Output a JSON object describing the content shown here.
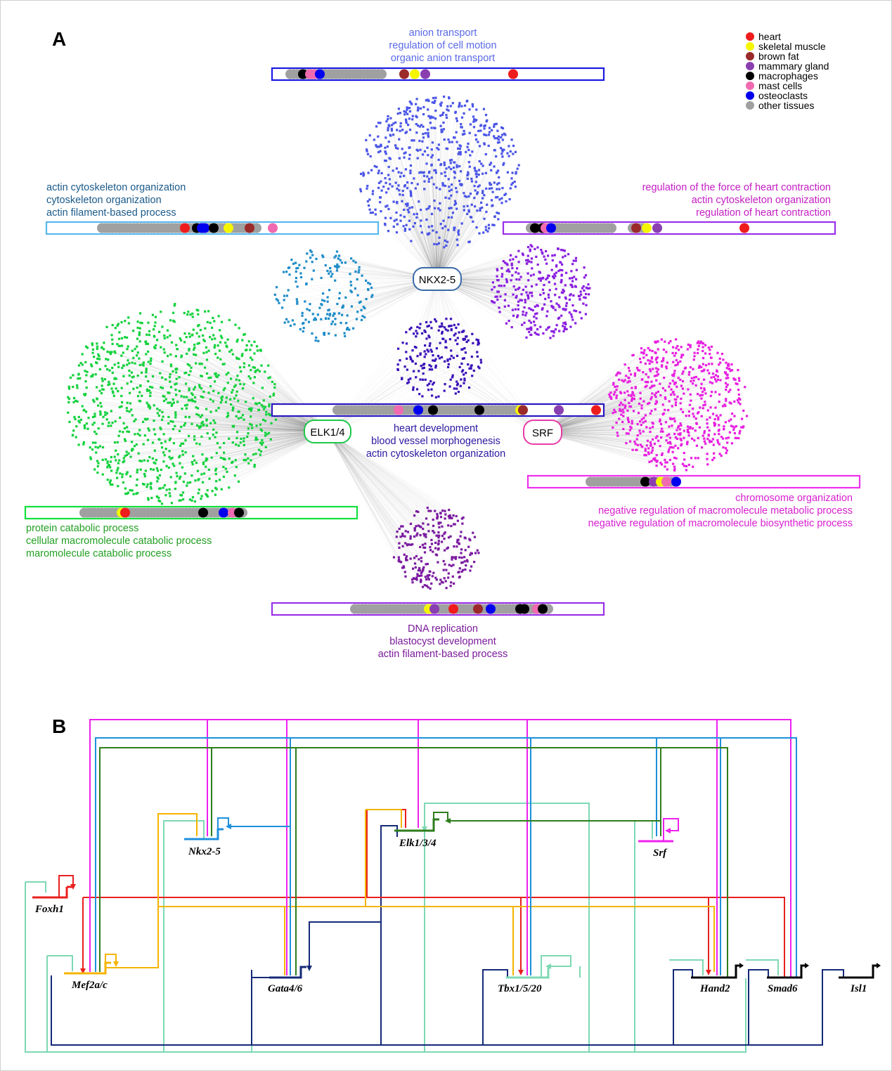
{
  "panels": {
    "a": "A",
    "b": "B"
  },
  "legend": [
    {
      "label": "heart",
      "color": "#ee1c1c"
    },
    {
      "label": "skeletal muscle",
      "color": "#f5f500"
    },
    {
      "label": "brown fat",
      "color": "#9b2a2a"
    },
    {
      "label": "mammary gland",
      "color": "#8a3fb0"
    },
    {
      "label": "macrophages",
      "color": "#000000"
    },
    {
      "label": "mast cells",
      "color": "#f06ab0"
    },
    {
      "label": "osteoclasts",
      "color": "#0000ee"
    },
    {
      "label": "other tissues",
      "color": "#a0a0a0"
    }
  ],
  "hubs": {
    "nkx": "NKX2-5",
    "elk": "ELK1/4",
    "srf": "SRF"
  },
  "go_terms": {
    "top": [
      "anion transport",
      "regulation of cell motion",
      "organic anion transport"
    ],
    "top_left": [
      "actin cytoskeleton organization",
      "cytoskeleton organization",
      "actin filament-based process"
    ],
    "top_right": [
      "regulation of the force of heart contraction",
      "actin cytoskeleton organization",
      "regulation of heart contraction"
    ],
    "center": [
      "heart development",
      "blood vessel morphogenesis",
      "actin cytoskeleton organization"
    ],
    "bottom_left": [
      "protein catabolic process",
      "cellular macromolecule catabolic process",
      "maromolecule catabolic process"
    ],
    "bottom_right": [
      "chromosome organization",
      "negative regulation of macromolecule metabolic process",
      "negative regulation of macromolecule biosynthetic process"
    ],
    "bottom": [
      "DNA replication",
      "blastocyst development",
      "actin filament-based process"
    ]
  },
  "clusters": {
    "nkx": "#4a55e6",
    "left_teal": "#1e8cc8",
    "right_purple": "#8a1ee0",
    "center": "#3a12b8",
    "green": "#12d23c",
    "magenta": "#e81ee0",
    "bottom": "#7a1aa0"
  },
  "genes": {
    "foxh1": "Foxh1",
    "mef2": "Mef2a/c",
    "nkx25": "Nkx2-5",
    "gata": "Gata4/6",
    "elk": "Elk1/3/4",
    "tbx": "Tbx1/5/20",
    "srf": "Srf",
    "hand2": "Hand2",
    "smad6": "Smad6",
    "isl1": "Isl1"
  },
  "gene_colors": {
    "foxh1": "#e8201e",
    "mef2": "#f5b400",
    "nkx25": "#1e90dc",
    "gata": "#142a78",
    "elk": "#2e7d1c",
    "tbx": "#7ed8b4",
    "srf": "#ee20ee",
    "hand2": "#000000",
    "smad6": "#000000",
    "isl1": "#000000"
  }
}
